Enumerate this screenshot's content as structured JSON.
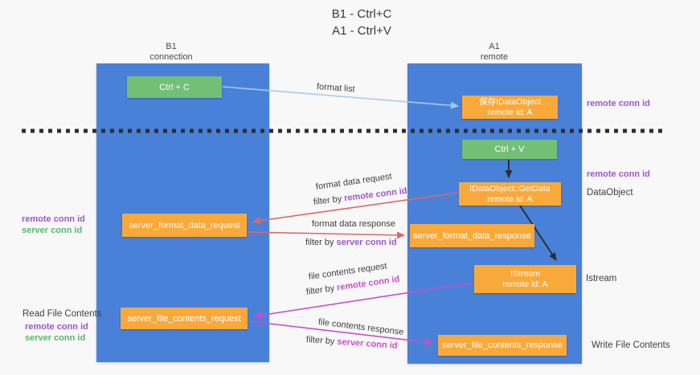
{
  "title": {
    "line1": "B1 - Ctrl+C",
    "line2": "A1 - Ctrl+V"
  },
  "lanes": {
    "left": {
      "name": "B1",
      "subtitle": "connection"
    },
    "right": {
      "name": "A1",
      "subtitle": "remote"
    }
  },
  "boxes": {
    "ctrl_c": {
      "label": "Ctrl + C"
    },
    "save_idataobject": {
      "line1": "保存IDataObject",
      "line2": "remote id: A"
    },
    "ctrl_v": {
      "label": "Ctrl + V"
    },
    "getdata": {
      "line1": "IDataObject::GetData",
      "line2": "remote id: A"
    },
    "server_format_data_request": {
      "label": "server_format_data_request"
    },
    "server_format_data_response": {
      "label": "server_format_data_response"
    },
    "istream": {
      "line1": "IStream",
      "line2": "remote id: A"
    },
    "server_file_contents_request": {
      "label": "server_file_contents_request"
    },
    "server_file_contents_response": {
      "label": "server_file_contents_response"
    }
  },
  "flow_labels": {
    "format_list": "format list",
    "format_data_request": "format data request",
    "filter_remote_1": {
      "prefix": "filter by ",
      "id": "remote conn id"
    },
    "format_data_response": "format data response",
    "filter_server_1": {
      "prefix": "filter by ",
      "id": "server conn id"
    },
    "file_contents_request": "file contents request",
    "filter_remote_2": {
      "prefix": "filter by ",
      "id": "remote conn id"
    },
    "file_contents_response": "file contents response",
    "filter_server_2": {
      "prefix": "filter by ",
      "id": "server conn id"
    }
  },
  "side_labels": {
    "remote_conn_id_right_top": "remote conn id",
    "remote_conn_id_right_mid": "remote conn id",
    "dataobject": "DataObject",
    "istream": "Istream",
    "write_file_contents": "Write File Contents",
    "read_file_contents": "Read File Contents",
    "left_top": {
      "remote": "remote conn id",
      "server": "server conn id"
    },
    "left_bottom": {
      "remote": "remote conn id",
      "server": "server conn id"
    }
  },
  "colors": {
    "lane_blue": "#4a81d8",
    "box_orange": "#f9a93a",
    "box_green": "#72c076",
    "arrow_light_blue": "#a7cbe9",
    "arrow_red": "#e06666",
    "arrow_magenta": "#c94ecb",
    "arrow_black": "#2e2e2e",
    "dashed_line": "#2e2e2e",
    "purple_id": "#a155d2",
    "magenta_id": "#c94ecb",
    "green_id": "#55b86a"
  }
}
